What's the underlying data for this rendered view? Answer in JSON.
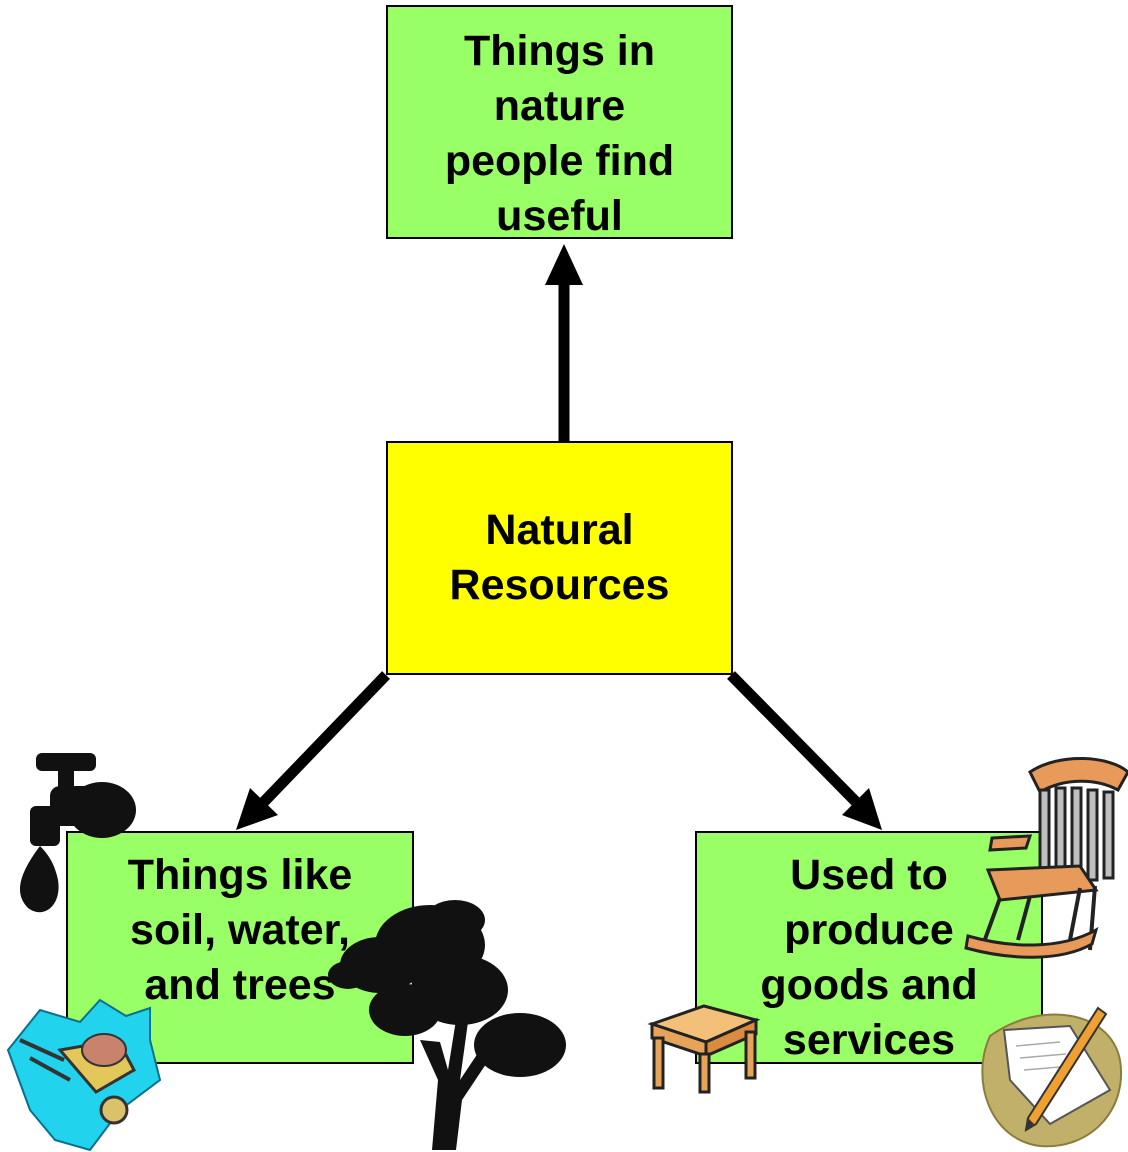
{
  "colors": {
    "green_box": "#99ff66",
    "yellow_box": "#ffff00",
    "arrow": "#000000"
  },
  "nodes": {
    "top": {
      "text": "Things in\nnature\npeople find\nuseful"
    },
    "center": {
      "text": "Natural\nResources"
    },
    "left": {
      "text": "Things like\nsoil, water,\nand trees"
    },
    "right": {
      "text": "Used to\nproduce\ngoods and\nservices"
    }
  },
  "clipart": [
    "faucet-icon",
    "tree-icon",
    "wheelbarrow-icon",
    "rocking-chair-icon",
    "table-icon",
    "paper-pencil-icon"
  ]
}
